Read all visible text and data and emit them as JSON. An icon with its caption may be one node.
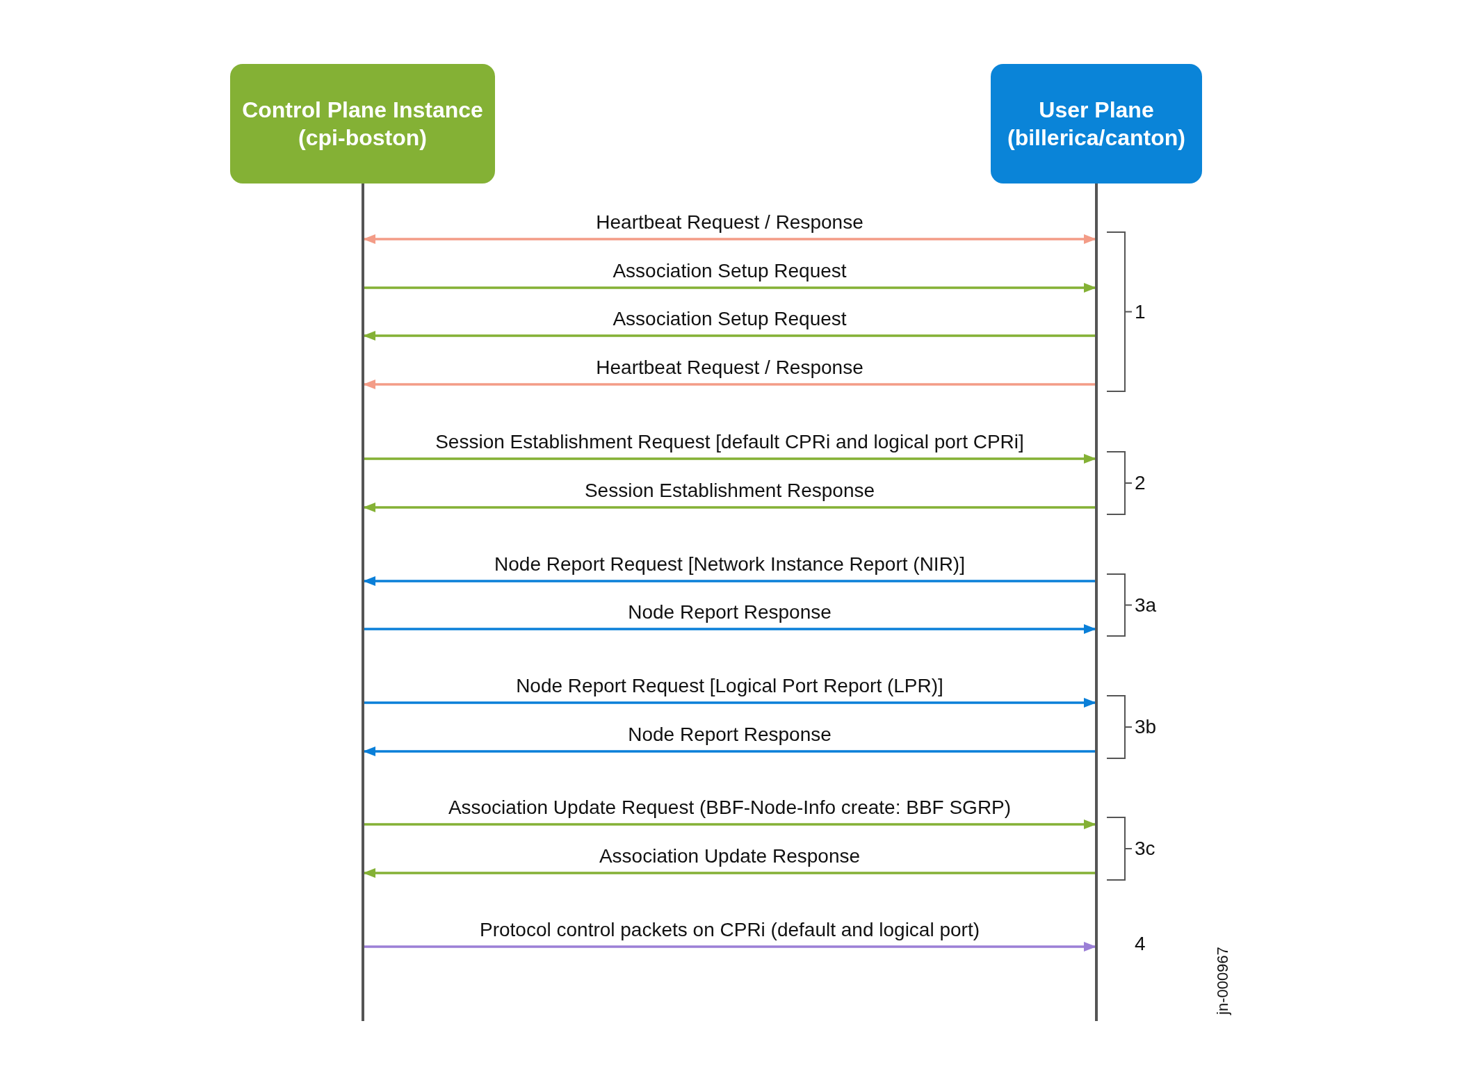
{
  "diagram": {
    "nodes": [
      {
        "text": [
          "Control Plane Instance (cpi-boston)"
        ]
      },
      {
        "text": [
          "User Plane (billerica/canton)"
        ]
      }
    ],
    "edges": [
      {
        "from": 0,
        "to": 1,
        "arrow": "both",
        "label": "Heartbeat Request / Response",
        "color": "#f39c87"
      },
      {
        "from": 0,
        "to": 1,
        "arrow": "to",
        "label": "Association Setup Request"
      },
      {
        "from": 1,
        "to": 0,
        "arrow": "to",
        "label": "Association Setup Request"
      },
      {
        "from": 1,
        "to": 0,
        "arrow": "to",
        "label": "Heartbeat Request / Response",
        "color": "#f39c87"
      },
      {
        "from": 0,
        "to": 1,
        "arrow": "to",
        "label": "Session Establishment Request [default CPRi and logical port CPRi]"
      },
      {
        "from": 1,
        "to": 0,
        "arrow": "to",
        "label": "Session Establishment Response"
      },
      {
        "from": 1,
        "to": 0,
        "arrow": "to",
        "label": "Node Report Request [Network Instance Report (NIR)]",
        "color": "#0a7fd8"
      },
      {
        "from": 0,
        "to": 1,
        "arrow": "to",
        "label": "Node Report Response",
        "color": "#0a7fd8"
      },
      {
        "from": 0,
        "to": 1,
        "arrow": "to",
        "label": "Node Report Request [Logical Port Report (LPR)]",
        "color": "#0a7fd8"
      },
      {
        "from": 1,
        "to": 0,
        "arrow": "to",
        "label": "Node Report Response",
        "color": "#0a7fd8"
      },
      {
        "from": 0,
        "to": 1,
        "arrow": "to",
        "label": "Association Update Request (BBF-Node-Info create: BBF SGRP)"
      },
      {
        "from": 1,
        "to": 0,
        "arrow": "to",
        "label": "Association Update Response"
      },
      {
        "from": 0,
        "to": 1,
        "arrow": "to",
        "label": "Protocol control packets on CPRi (default and logical port)",
        "color": "#9b7fd6"
      }
    ],
    "labels": [
      "1",
      "2",
      "3a",
      "3b",
      "3c",
      "4",
      "jn-000967"
    ]
  }
}
